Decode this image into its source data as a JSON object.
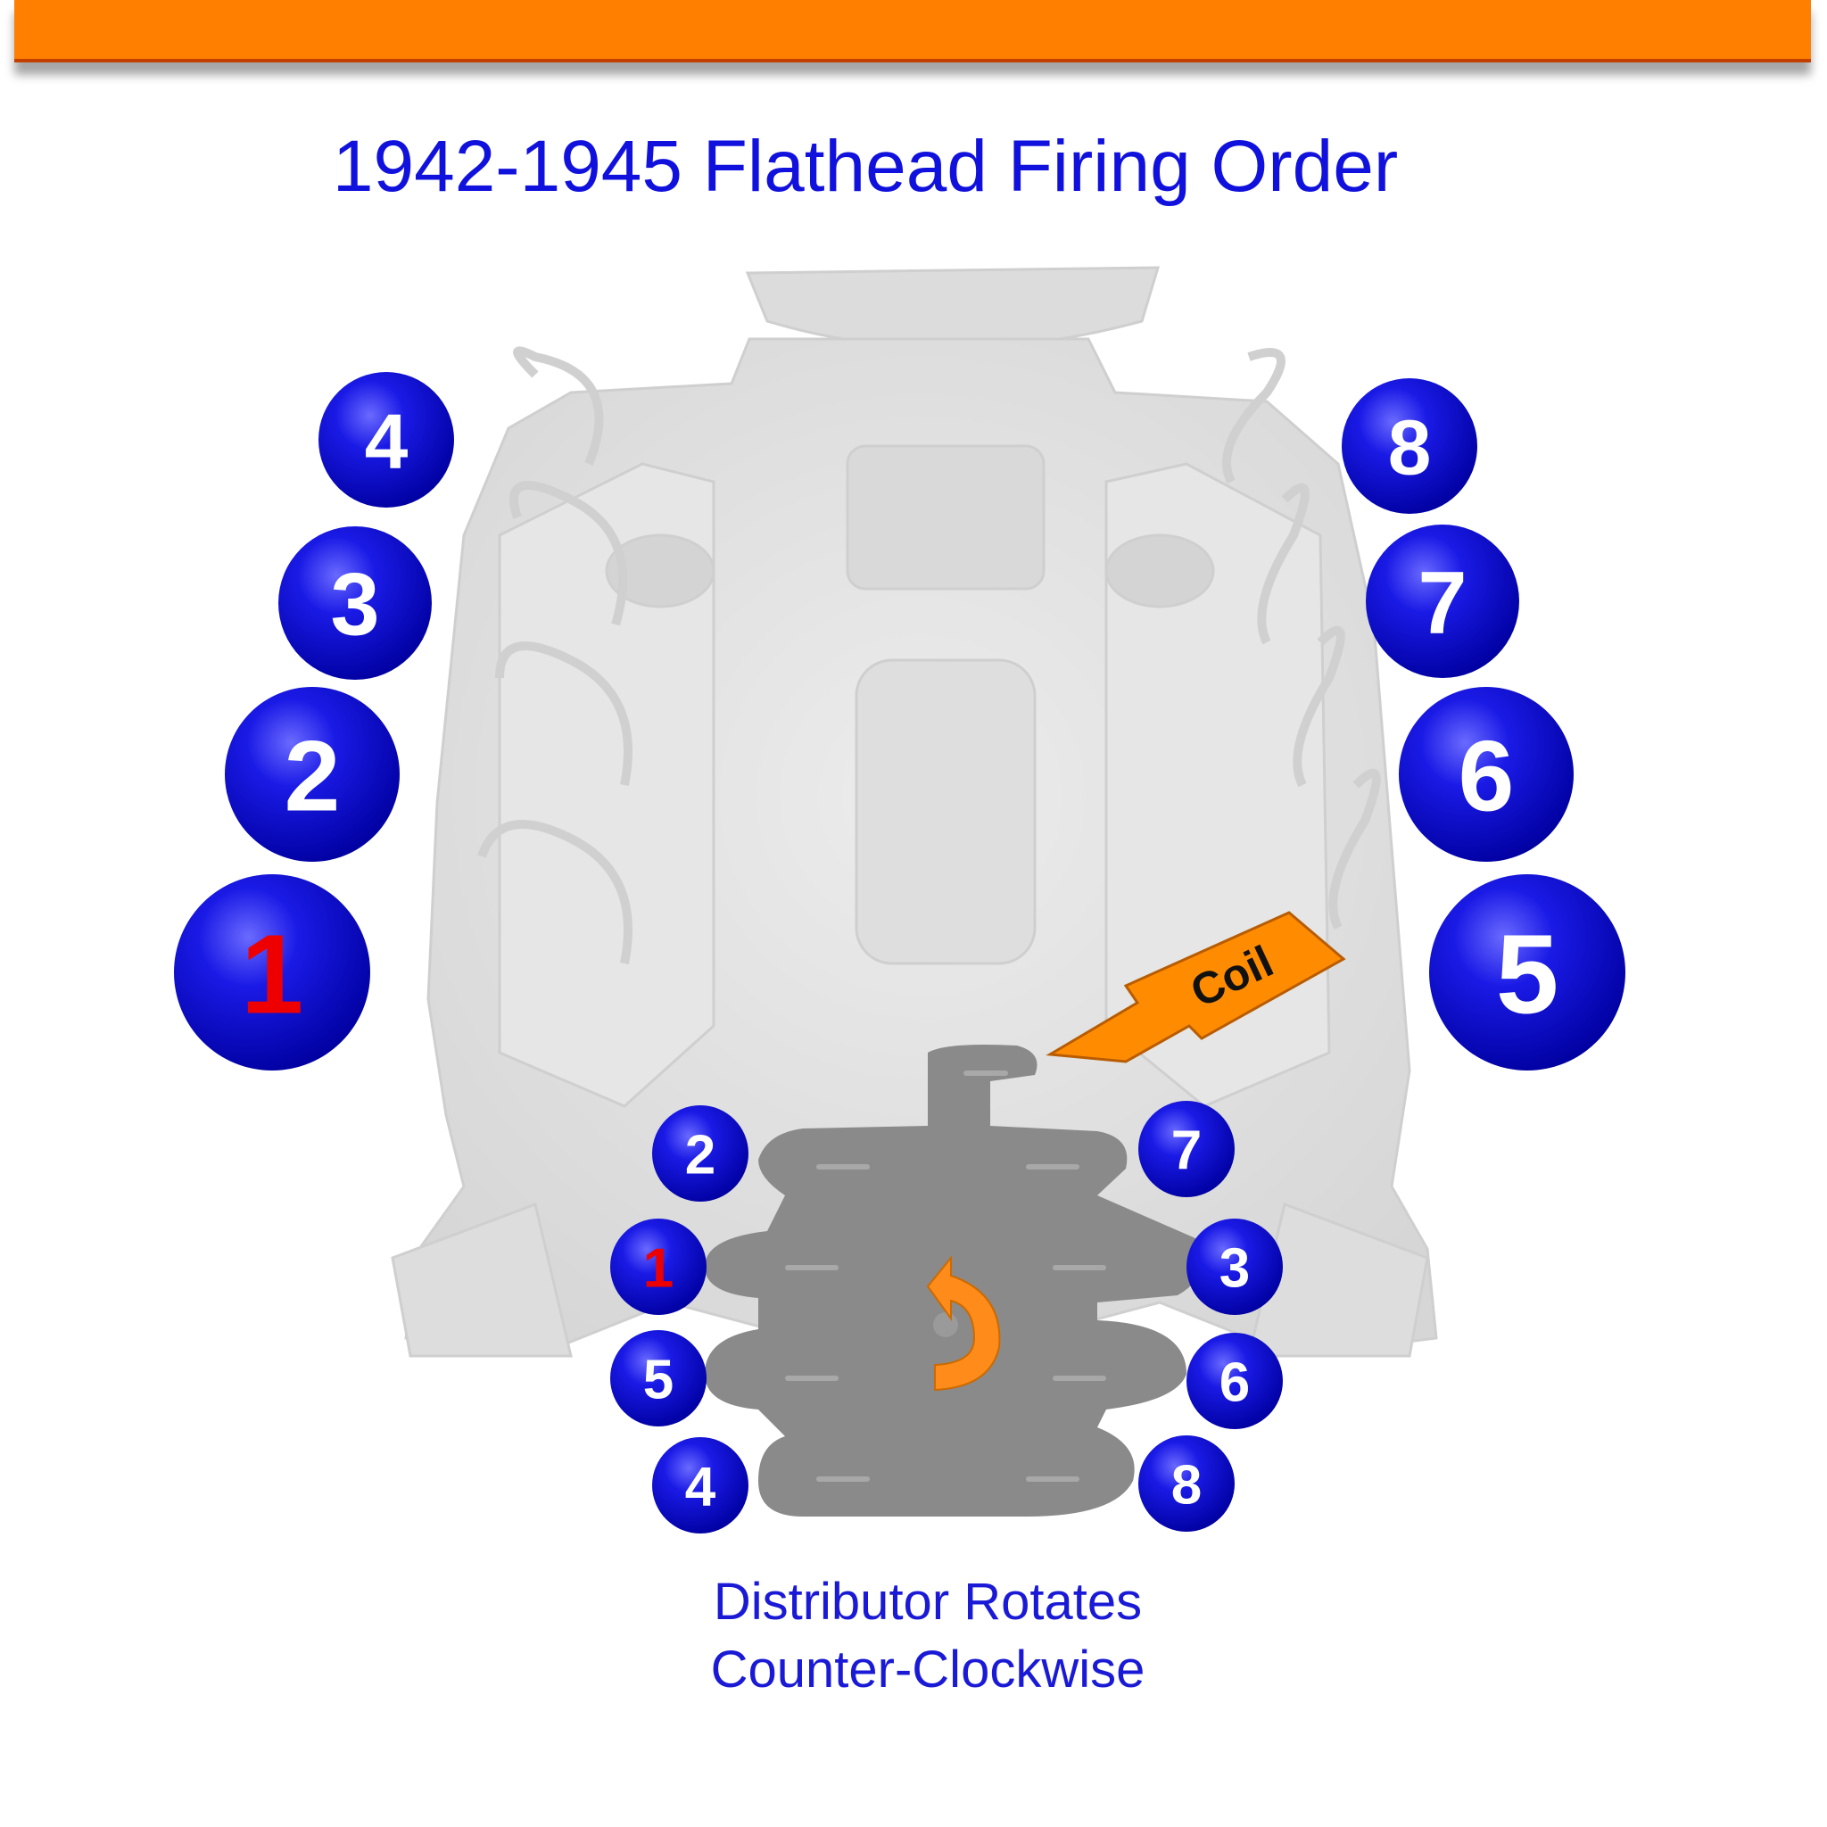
{
  "title": "1942-1945 Flathead Firing Order",
  "colors": {
    "banner": "#ff7f00",
    "title_text": "#1111dd",
    "ball": "#1010d8",
    "number_one": "#ee0000",
    "number_other": "#ffffff",
    "arrow": "#ff8c00",
    "distributor_cap": "#8a8a8a",
    "engine": "#e2e2e2"
  },
  "engine_cylinders": {
    "left_bank": [
      "4",
      "3",
      "2",
      "1"
    ],
    "right_bank": [
      "8",
      "7",
      "6",
      "5"
    ]
  },
  "coil_label": "Coil",
  "distributor_terminals": {
    "left": [
      "2",
      "1",
      "5",
      "4"
    ],
    "right": [
      "7",
      "3",
      "6",
      "8"
    ]
  },
  "rotation_icon": "counter-clockwise-arrow-icon",
  "caption": {
    "line1": "Distributor Rotates",
    "line2": "Counter-Clockwise"
  }
}
